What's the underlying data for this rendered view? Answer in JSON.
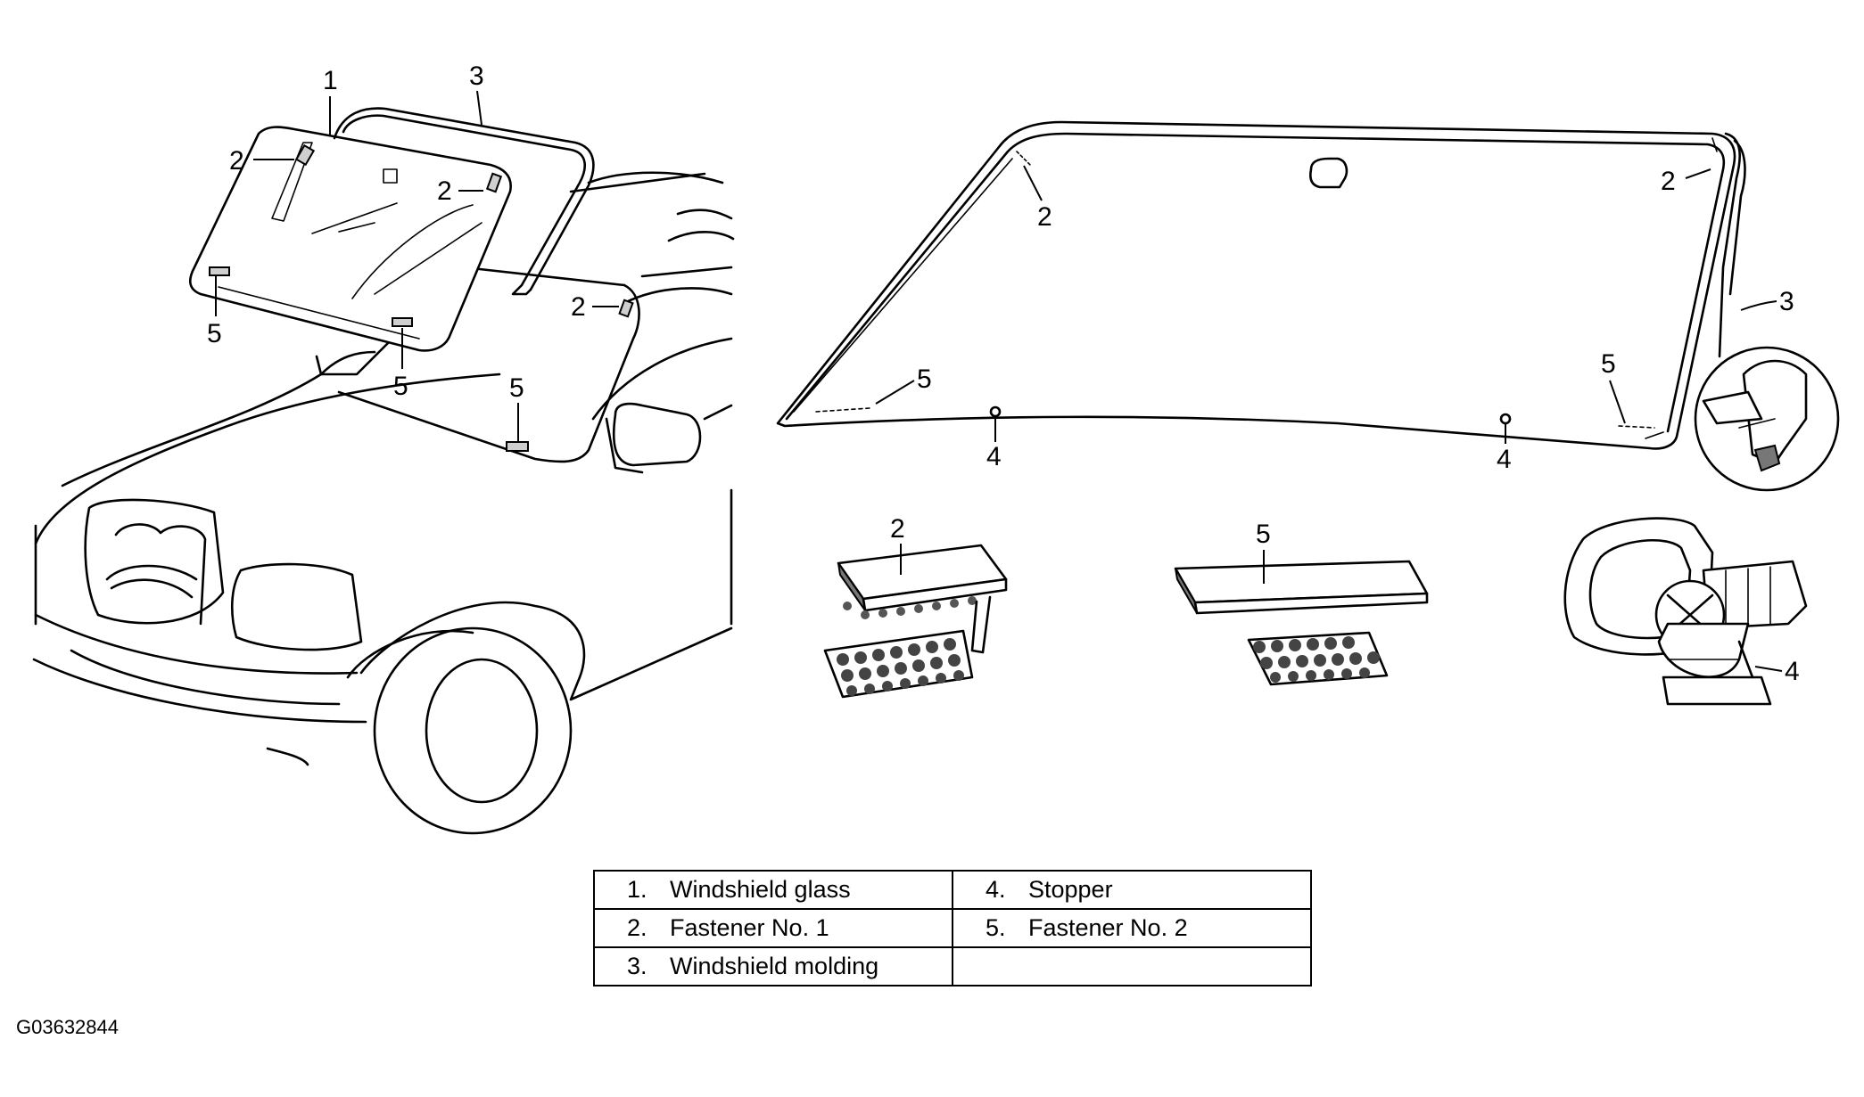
{
  "callouts": {
    "c1": "1",
    "c2": "2",
    "c3": "3",
    "c4": "4",
    "c5": "5"
  },
  "legend": {
    "rows": [
      [
        {
          "num": "1.",
          "label": "Windshield glass"
        },
        {
          "num": "4.",
          "label": "Stopper"
        }
      ],
      [
        {
          "num": "2.",
          "label": "Fastener No. 1"
        },
        {
          "num": "5.",
          "label": "Fastener No. 2"
        }
      ],
      [
        {
          "num": "3.",
          "label": "Windshield molding"
        },
        {
          "num": "",
          "label": ""
        }
      ]
    ]
  },
  "figure_id": "G03632844"
}
